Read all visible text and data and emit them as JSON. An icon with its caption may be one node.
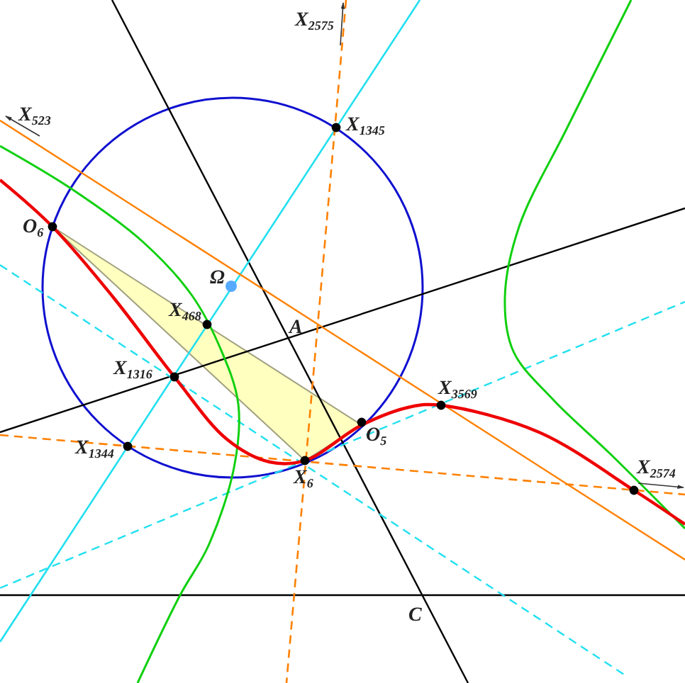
{
  "diagram": {
    "labels": [
      "X$_{2575}$",
      "X$_{523}$",
      "X$_{1345}$",
      "Ω",
      "X$_{468}$",
      "A",
      "O$_{6}$",
      "X$_{1316}$",
      "O$_{5}$",
      "X$_{3569}$",
      "X$_{1344}$",
      "X$_{6}$",
      "X$_{2574}$",
      "C"
    ]
  }
}
